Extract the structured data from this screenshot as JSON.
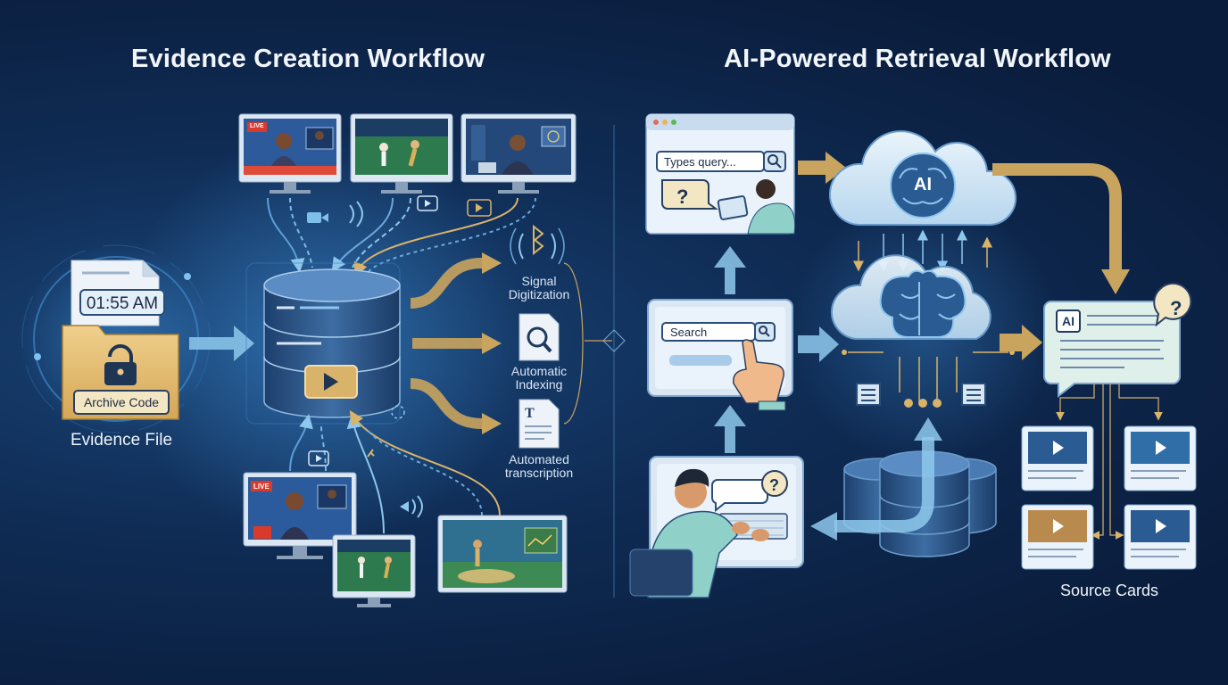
{
  "titles": {
    "left": "Evidence Creation Workflow",
    "right": "AI-Powered Retrieval Workflow"
  },
  "evidence_file": {
    "time": "01:55 AM",
    "archive": "Archive Code",
    "label": "Evidence File"
  },
  "broadcast": {
    "live_badge": "LIVE"
  },
  "processes": [
    {
      "line1": "Signal",
      "line2": "Digitization"
    },
    {
      "line1": "Automatic",
      "line2": "Indexing"
    },
    {
      "line1": "Automated",
      "line2": "transcription"
    }
  ],
  "query_window": {
    "placeholder": "Types query..."
  },
  "search_tablet": {
    "placeholder": "Search"
  },
  "ai": {
    "cloud_label": "AI",
    "chat_label": "AI"
  },
  "source_cards": {
    "label": "Source Cards"
  },
  "colors": {
    "accent_gold": "#d9b36a",
    "accent_blue": "#6fb7e8",
    "panel": "#eaf3fb"
  }
}
